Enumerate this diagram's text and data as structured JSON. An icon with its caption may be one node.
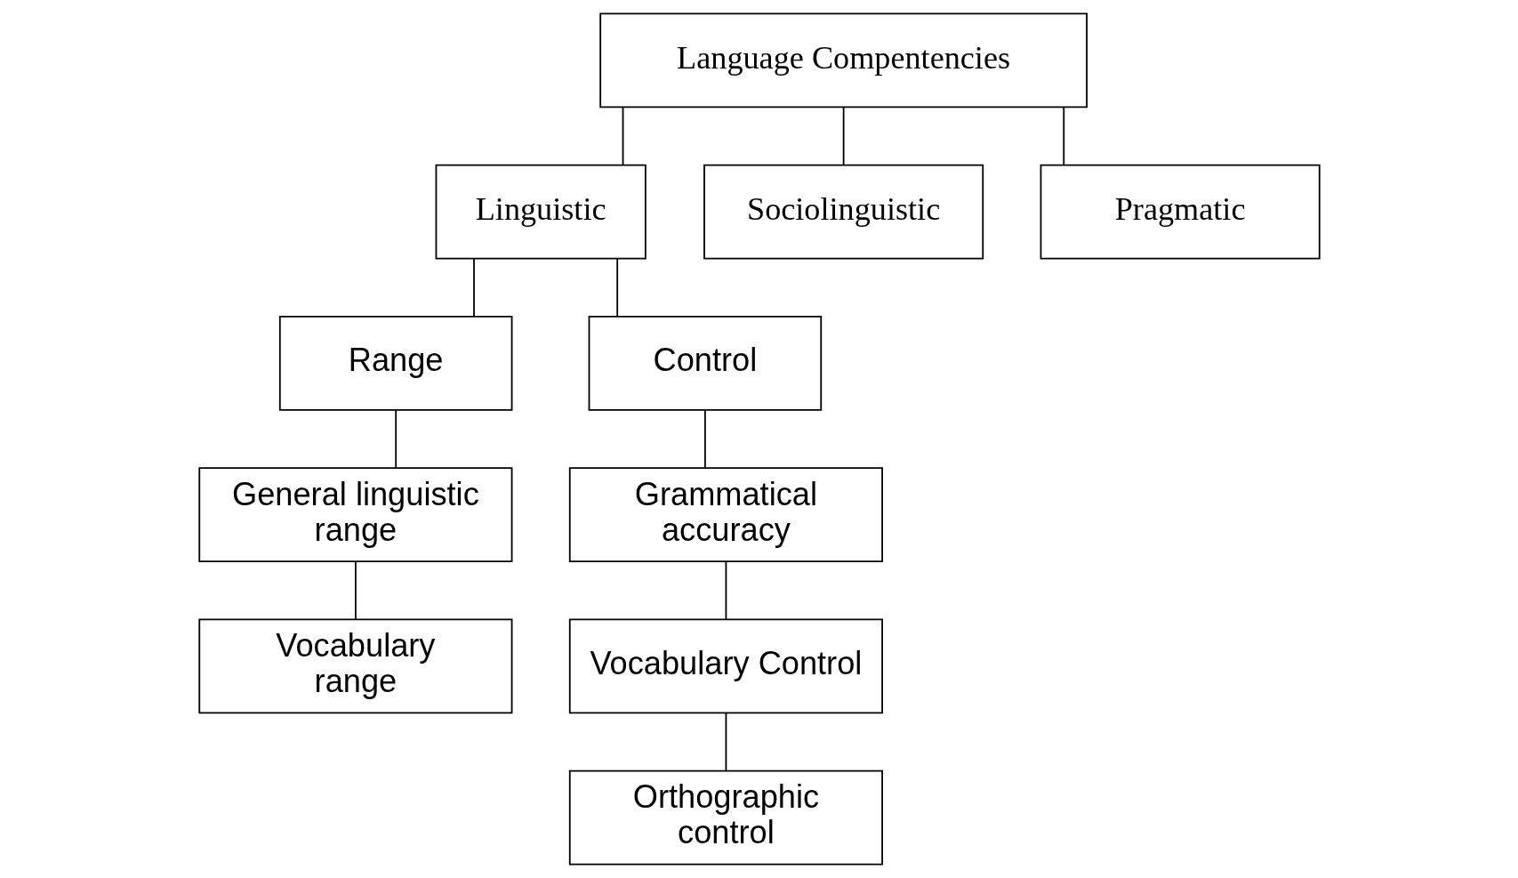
{
  "diagram": {
    "nodes": [
      {
        "text": [
          "Language Compentencies"
        ]
      },
      {
        "text": [
          "Linguistic"
        ]
      },
      {
        "text": [
          "Sociolinguistic"
        ]
      },
      {
        "text": [
          "Pragmatic"
        ]
      },
      {
        "text": [
          "Range"
        ]
      },
      {
        "text": [
          "Control"
        ]
      },
      {
        "text": [
          "General linguistic range"
        ]
      },
      {
        "text": [
          "Vocabulary range"
        ]
      },
      {
        "text": [
          "Grammatical accuracy"
        ]
      },
      {
        "text": [
          "Vocabulary Control"
        ]
      },
      {
        "text": [
          "Orthographic control"
        ]
      }
    ],
    "edges": [
      {
        "from": 0,
        "to": 1,
        "arrow": "none"
      },
      {
        "from": 0,
        "to": 2,
        "arrow": "none"
      },
      {
        "from": 0,
        "to": 3,
        "arrow": "none"
      },
      {
        "from": 1,
        "to": 4,
        "arrow": "none"
      },
      {
        "from": 1,
        "to": 5,
        "arrow": "none"
      },
      {
        "from": 4,
        "to": 6,
        "arrow": "none"
      },
      {
        "from": 6,
        "to": 7,
        "arrow": "none"
      },
      {
        "from": 5,
        "to": 8,
        "arrow": "none"
      },
      {
        "from": 8,
        "to": 9,
        "arrow": "none"
      },
      {
        "from": 9,
        "to": 10,
        "arrow": "none"
      }
    ]
  }
}
